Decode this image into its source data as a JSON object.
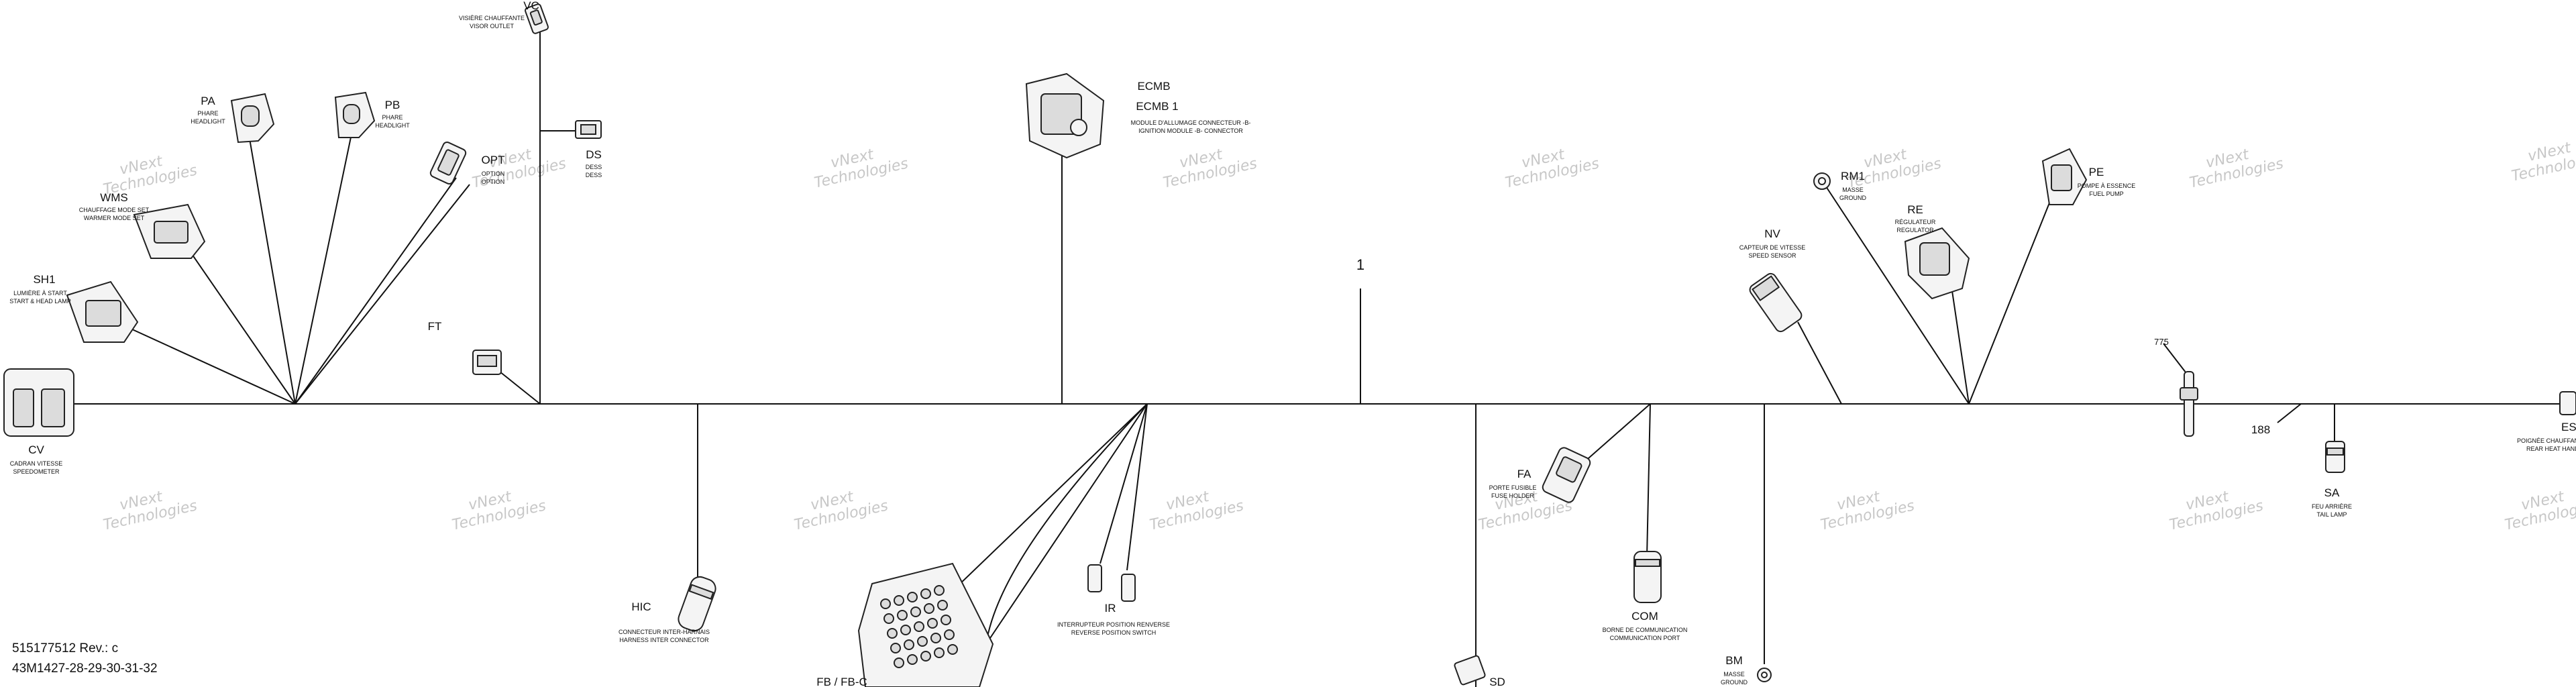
{
  "watermark": {
    "line1": "vNext",
    "line2": "Technologies"
  },
  "callouts": {
    "main": "1",
    "c775": "775",
    "c188": "188"
  },
  "footer": {
    "part": "515177512 Rev.: c",
    "models": "43M1427-28-29-30-31-32"
  },
  "connectors": {
    "VC": {
      "code": "VC",
      "desc1": "VISIÈRE CHAUFFANTE",
      "desc2": "VISOR OUTLET"
    },
    "PA": {
      "code": "PA",
      "desc1": "PHARE",
      "desc2": "HEADLIGHT"
    },
    "PB": {
      "code": "PB",
      "desc1": "PHARE",
      "desc2": "HEADLIGHT"
    },
    "DS": {
      "code": "DS",
      "desc1": "DESS",
      "desc2": "DESS"
    },
    "WMS": {
      "code": "WMS",
      "desc1": "CHAUFFAGE MODE SET",
      "desc2": "WARMER MODE SET"
    },
    "OPT": {
      "code": "OPT",
      "desc1": "OPTION",
      "desc2": "OPTION"
    },
    "SH1": {
      "code": "SH1",
      "desc1": "LUMIÈRE À START",
      "desc2": "START & HEAD LAMP"
    },
    "FT": {
      "code": "FT"
    },
    "CV": {
      "code": "CV",
      "desc1": "CADRAN VITESSE",
      "desc2": "SPEEDOMETER"
    },
    "ECMB": {
      "code": "ECMB",
      "code2": "ECMB 1",
      "desc1": "MODULE D'ALLUMAGE CONNECTEUR -B-",
      "desc2": "IGNITION MODULE -B- CONNECTOR"
    },
    "HIC": {
      "code": "HIC",
      "desc1": "CONNECTEUR INTER-HARNAIS",
      "desc2": "HARNESS INTER CONNECTOR"
    },
    "IR": {
      "code": "IR",
      "desc1": "INTERRUPTEUR POSITION RENVERSE",
      "desc2": "REVERSE POSITION SWITCH"
    },
    "FB": {
      "code": "FB / FB-C"
    },
    "FA": {
      "code": "FA",
      "desc1": "PORTE FUSIBLE",
      "desc2": "FUSE HOLDER"
    },
    "COM": {
      "code": "COM",
      "desc1": "BORNE DE COMMUNICATION",
      "desc2": "COMMUNICATION PORT"
    },
    "SD": {
      "code": "SD"
    },
    "BM": {
      "code": "BM",
      "desc1": "MASSE",
      "desc2": "GROUND"
    },
    "NV": {
      "code": "NV",
      "desc1": "CAPTEUR DE VITESSE",
      "desc2": "SPEED SENSOR"
    },
    "RM1": {
      "code": "RM1",
      "desc1": "MASSE",
      "desc2": "GROUND"
    },
    "RE": {
      "code": "RE",
      "desc1": "RÉGULATEUR",
      "desc2": "REGULATOR"
    },
    "PE": {
      "code": "PE",
      "desc1": "POMPE À ESSENCE",
      "desc2": "FUEL PUMP"
    },
    "SA": {
      "code": "SA",
      "desc1": "FEU ARRIÈRE",
      "desc2": "TAIL LAMP"
    },
    "ES": {
      "code": "ES",
      "desc1": "POIGNÉE CHAUFFANTE",
      "desc2": "REAR HEAT HANDLE"
    }
  }
}
